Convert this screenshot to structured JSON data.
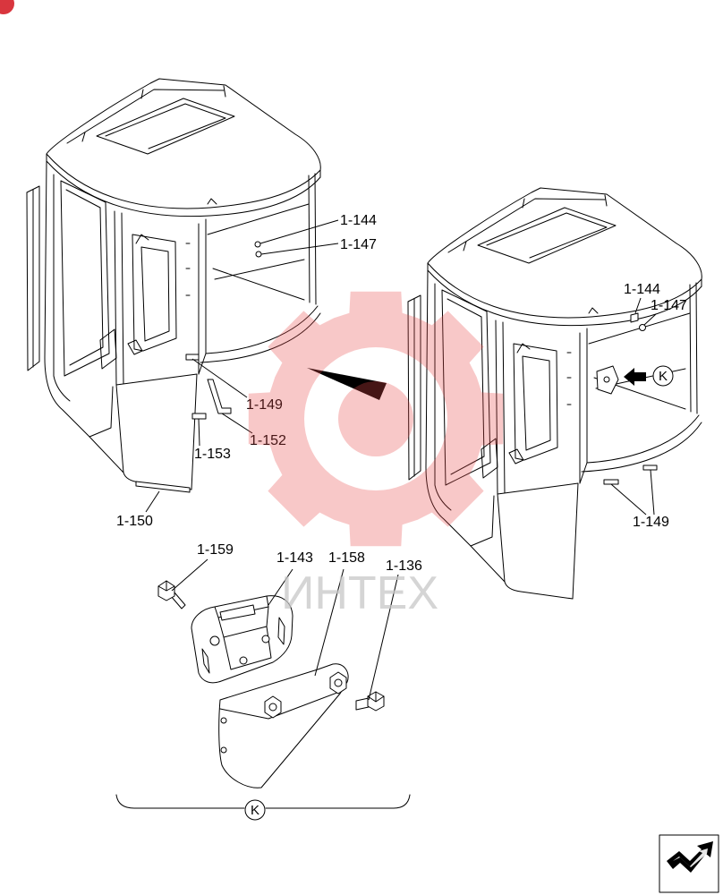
{
  "callouts": {
    "left_cab": [
      "1-144",
      "1-147",
      "1-149",
      "1-152",
      "1-153",
      "1-150"
    ],
    "right_cab": [
      "1-144",
      "1-147",
      "1-149"
    ],
    "detail_k": [
      "1-159",
      "1-143",
      "1-158",
      "1-136"
    ]
  },
  "view_marker": "K",
  "detail_marker": "K",
  "watermark": "ИНТЕХ",
  "icons": {
    "corner_badge": "brand-badge-icon",
    "view_arrow": "view-direction-arrow-icon",
    "nav": "next-page-arrow-icon",
    "watermark_logo": "gear-logo-icon"
  },
  "colors": {
    "line": "#000000",
    "background": "#ffffff",
    "watermark_logo": "#e84a4a",
    "watermark_text": "#c8c8c8",
    "corner_badge": "#d9363e"
  }
}
